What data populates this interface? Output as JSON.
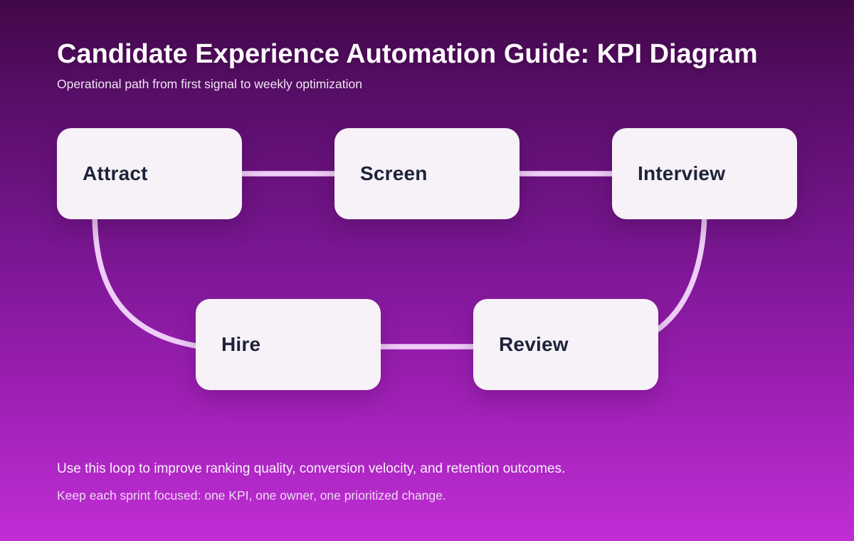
{
  "page": {
    "title": "Candidate Experience Automation Guide: KPI Diagram",
    "subtitle": "Operational path from first signal to weekly optimization"
  },
  "diagram": {
    "type": "flow-loop",
    "nodes": [
      {
        "id": "attract",
        "label": "Attract"
      },
      {
        "id": "screen",
        "label": "Screen"
      },
      {
        "id": "interview",
        "label": "Interview"
      },
      {
        "id": "hire",
        "label": "Hire"
      },
      {
        "id": "review",
        "label": "Review"
      }
    ],
    "flow_order": [
      "Attract",
      "Screen",
      "Interview",
      "Review",
      "Hire",
      "Attract"
    ],
    "connector_color": "#eecdf6"
  },
  "footer": {
    "line1": "Use this loop to improve ranking quality, conversion velocity, and retention outcomes.",
    "line2": "Keep each sprint focused: one KPI, one owner, one prioritized change."
  },
  "colors": {
    "background_top": "#420848",
    "background_bottom": "#c02dd5",
    "node_background": "#f7f2f8",
    "node_text": "#1d2338",
    "title_text": "#fdf9fe",
    "connector": "#eecdf6"
  }
}
